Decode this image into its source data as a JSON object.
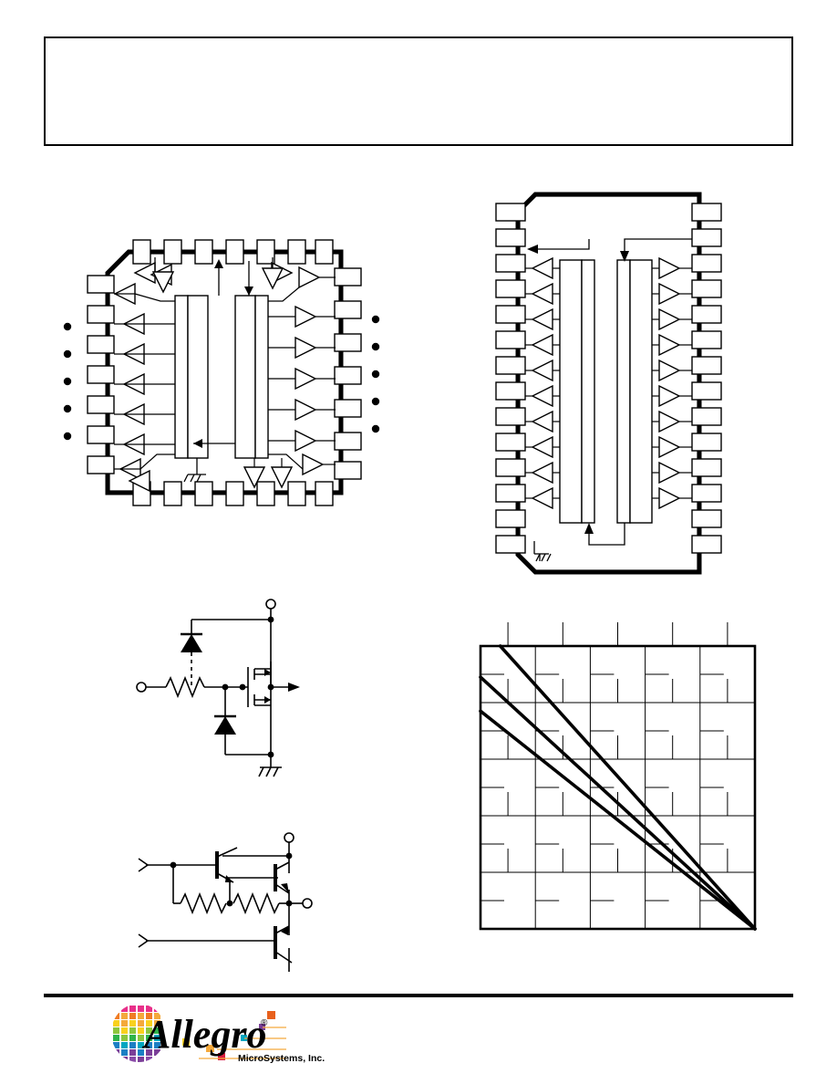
{
  "document": {
    "header": {
      "title": "",
      "subtitle": "",
      "note": ""
    },
    "footer": {
      "brand_name": "Allegro",
      "brand_registered_mark": "®",
      "brand_tagline": "MicroSystems, Inc.",
      "rule_color": "#000000"
    }
  },
  "figures": {
    "plcc_block_diagram": {
      "caption": "",
      "package_type": "PLCC",
      "pin_count": 28,
      "pins_per_side": 7,
      "chamfered_corner": "top-left",
      "left_bullets": [
        "",
        "",
        "",
        "",
        ""
      ],
      "right_bullets": [
        "",
        "",
        "",
        "",
        ""
      ],
      "ground_symbol": true,
      "body_fill": "#ffffff",
      "outline_color": "#000000"
    },
    "dip_block_diagram": {
      "caption": "",
      "package_type": "DIP",
      "pin_count": 28,
      "pins_per_side": 14,
      "chamfered_corner": "top-left",
      "ground_symbol": true,
      "body_fill": "#ffffff",
      "outline_color": "#000000"
    },
    "cmos_output_schematic": {
      "caption": "",
      "components": [
        "input-terminal",
        "series-resistor",
        "upper-clamp-diode",
        "lower-clamp-diode",
        "p-channel-mosfet",
        "n-channel-mosfet",
        "supply-terminal",
        "output-terminal",
        "ground-symbol"
      ]
    },
    "bipolar_output_schematic": {
      "caption": "",
      "components": [
        "input-terminal-upper",
        "input-terminal-lower",
        "pnp-transistor",
        "npn-sink-transistor",
        "npn-drive-transistor",
        "resistor-left",
        "resistor-right",
        "supply-terminal",
        "output-terminal"
      ]
    }
  },
  "chart_data": {
    "type": "line",
    "title": "",
    "xlabel": "",
    "ylabel": "",
    "xlim": [
      0,
      125
    ],
    "ylim": [
      0,
      5
    ],
    "xticks": [
      0,
      25,
      50,
      75,
      100,
      125
    ],
    "yticks": [
      0,
      1,
      2,
      3,
      4,
      5
    ],
    "xtick_labels": [
      "",
      "",
      "",
      "",
      "",
      ""
    ],
    "ytick_labels": [
      "",
      "",
      "",
      "",
      "",
      ""
    ],
    "grid": true,
    "minor_ticks": true,
    "legend": "none",
    "series": [
      {
        "name": "",
        "x": [
          9,
          125
        ],
        "y": [
          5.0,
          0.0
        ]
      },
      {
        "name": "",
        "x": [
          0,
          125
        ],
        "y": [
          4.45,
          0.0
        ]
      },
      {
        "name": "",
        "x": [
          0,
          125
        ],
        "y": [
          3.85,
          0.0
        ]
      }
    ]
  }
}
